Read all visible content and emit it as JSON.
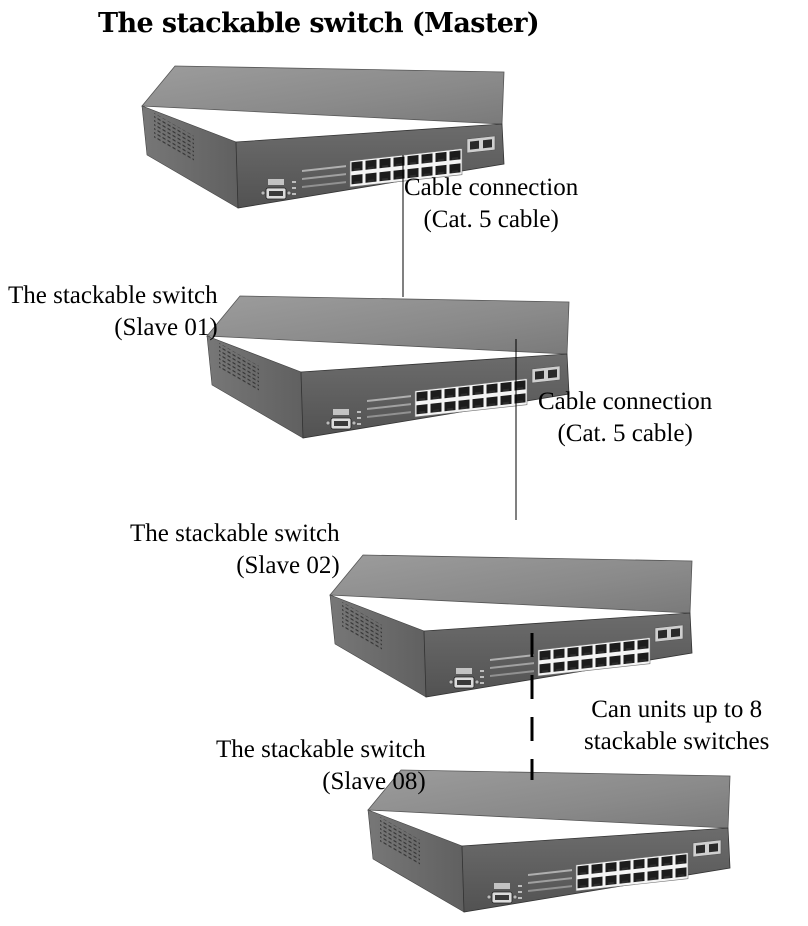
{
  "title": "The stackable switch (Master)",
  "switches": [
    {
      "role": "master",
      "label": []
    },
    {
      "role": "slave",
      "label": [
        "The stackable switch",
        "(Slave 01)"
      ]
    },
    {
      "role": "slave",
      "label": [
        "The stackable switch",
        "(Slave 02)"
      ]
    },
    {
      "role": "slave",
      "label": [
        "The stackable switch",
        "(Slave 08)"
      ]
    }
  ],
  "connections": [
    {
      "style": "solid",
      "label": [
        "Cable connection",
        "(Cat. 5 cable)"
      ]
    },
    {
      "style": "solid",
      "label": [
        "Cable connection",
        "(Cat. 5 cable)"
      ]
    },
    {
      "style": "dashed",
      "label": [
        "Can units up to 8",
        "stackable switches"
      ]
    }
  ]
}
